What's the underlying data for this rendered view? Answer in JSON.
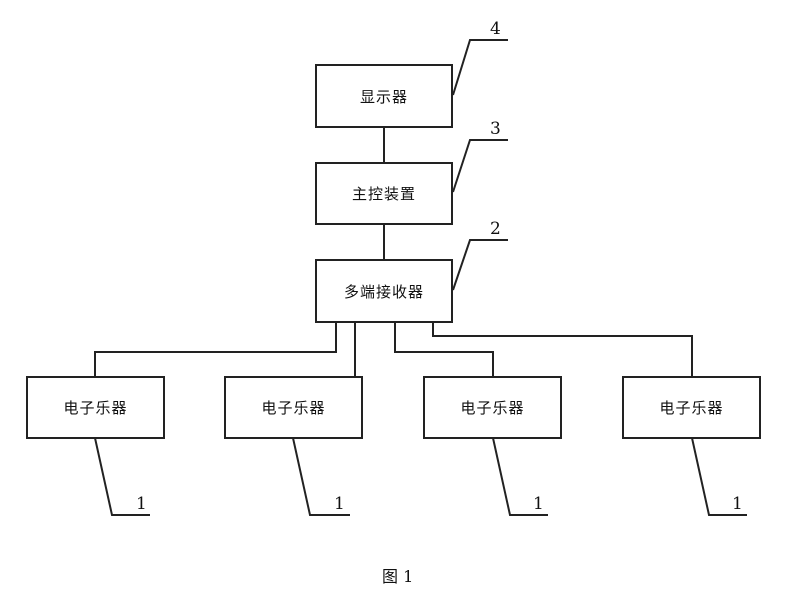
{
  "boxes": {
    "display": "显示器",
    "controller": "主控装置",
    "receiver": "多端接收器",
    "instrument_1": "电子乐器",
    "instrument_2": "电子乐器",
    "instrument_3": "电子乐器",
    "instrument_4": "电子乐器"
  },
  "labels": {
    "display": "4",
    "controller": "3",
    "receiver": "2",
    "instrument_1": "1",
    "instrument_2": "1",
    "instrument_3": "1",
    "instrument_4": "1"
  },
  "caption": "图 1"
}
